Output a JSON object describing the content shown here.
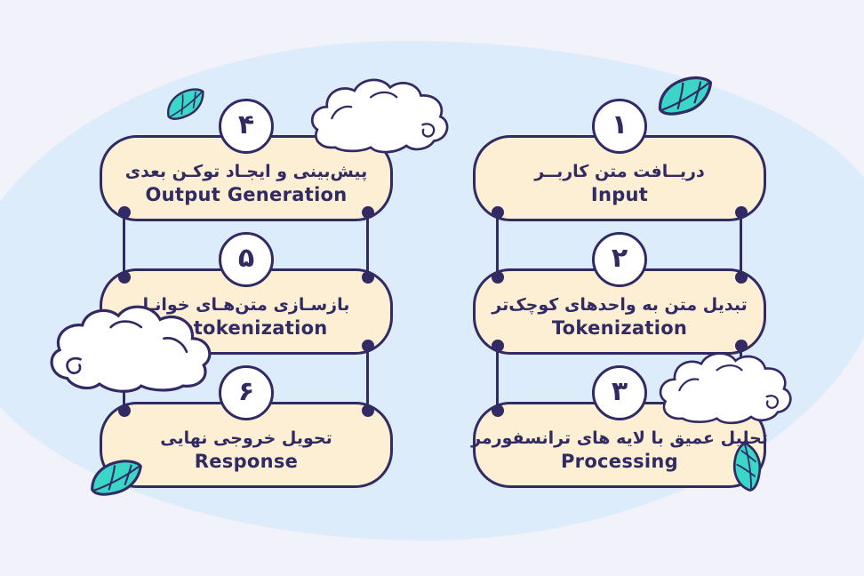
{
  "steps": [
    {
      "num": "۱",
      "fa": "دریــافت متن کاربــر",
      "en": "Input"
    },
    {
      "num": "۲",
      "fa": "تبدیل متن به واحدهای کوچک‌تر",
      "en": "Tokenization"
    },
    {
      "num": "۳",
      "fa": "تحلیل عمیق با لایه های ترانسفورمر",
      "en": "Processing"
    },
    {
      "num": "۴",
      "fa": "پیش‌بینی و ایجـاد توکـن بعدی",
      "en": "Output Generation"
    },
    {
      "num": "۵",
      "fa": "بازسـازی متن‌هـای خوانـا",
      "en": "Detokenization"
    },
    {
      "num": "۶",
      "fa": "تحویل خروجی نهایی",
      "en": "Response"
    }
  ],
  "colors": {
    "background": "#f1f2fa",
    "blob": "#ddecfa",
    "card_fill": "#fcefd4",
    "outline": "#312a63",
    "text": "#312a63",
    "leaf_teal": "#3bd6c8"
  },
  "decorations": {
    "clouds": [
      "cloud-top",
      "cloud-left",
      "cloud-right"
    ],
    "leaves": [
      "leaf-top-left",
      "leaf-top-right",
      "leaf-bottom-left",
      "leaf-bottom-right"
    ]
  }
}
